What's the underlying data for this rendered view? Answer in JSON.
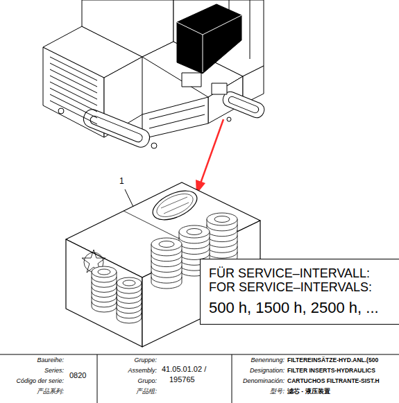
{
  "diagram": {
    "nodes": [
      {
        "text": [
          "FÜR SERVICE–INTERVALL: FOR SERVICE–INTERVALS:",
          "500 h, 1500 h, 2500 h, ..."
        ]
      }
    ],
    "labels": [
      "1",
      "Baureihe:",
      "Series:",
      "Código der serie:",
      "产品系列:",
      "0820",
      "Gruppe:",
      "Assembly:",
      "Grupo:",
      "产品组:",
      "41.05.01.02 /",
      "195765",
      "Benennung:",
      "Designation:",
      "Denominación:",
      "型号:",
      "FILTEREINSÄTZE-HYD.ANL.(500",
      "FILTER INSERTS-HYDRAULICS",
      "CARTUCHOS FILTRANTE-SIST.H",
      "滤芯 - 液压装置"
    ]
  }
}
